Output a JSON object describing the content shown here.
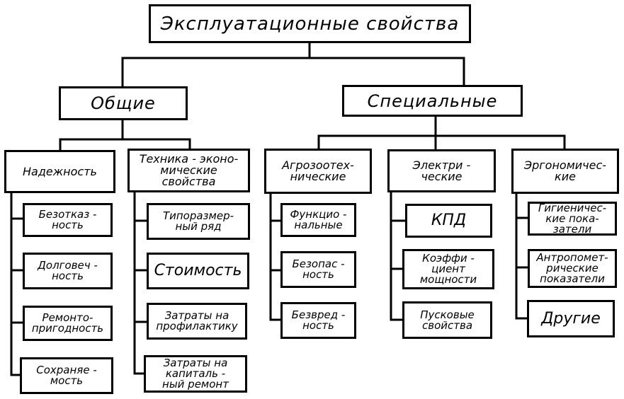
{
  "root": "Эксплуатационные   свойства",
  "groups": {
    "general": "Общие",
    "special": "Специальные"
  },
  "categories": {
    "reliability": "Надежность",
    "techecon": "Техника - эконо-\nмические\nсвойства",
    "agro": "Агрозоотех-\nнические",
    "electric": "Электри -\nческие",
    "ergo": "Эргономичес-\nкие"
  },
  "items": {
    "reliability": [
      "Безотказ -\nность",
      "Долговеч -\nность",
      "Ремонто-\nпригодность",
      "Сохраняе -\nмость"
    ],
    "techecon": [
      "Типоразмер-\nный  ряд",
      "Стоимость",
      "Затраты на\nпрофилактику",
      "Затраты на\nкапиталь -\nный ремонт"
    ],
    "agro": [
      "Функцио -\nнальные",
      "Безопас -\nность",
      "Безвред -\nность"
    ],
    "electric": [
      "КПД",
      "Коэффи -\nциент\nмощности",
      "Пусковые\nсвойства"
    ],
    "ergo": [
      "Гигиеничес-\nкие пока-\nзатели",
      "Антропомет-\nрические\nпоказатели",
      "Другие"
    ]
  }
}
